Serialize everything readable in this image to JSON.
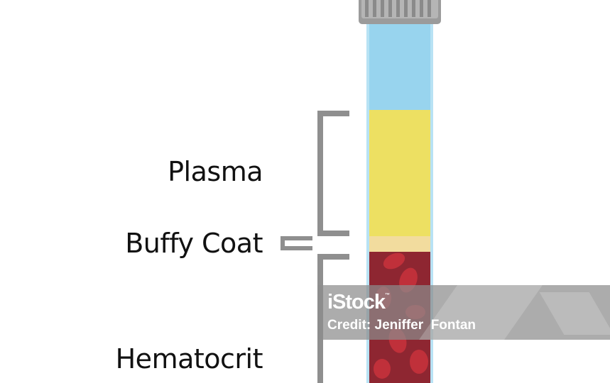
{
  "labels": {
    "plasma": "Plasma",
    "buffy_coat": "Buffy Coat",
    "hematocrit": "Hematocrit"
  },
  "watermark": {
    "brand": "iStock",
    "trademark": "™",
    "credit": "Credit: Jeniffer  Fontan"
  },
  "colors": {
    "plasma": "#ede062",
    "buffy_coat": "#f2dc9e",
    "red_cells": "#8e2631",
    "empty_tube": "#98d4ee",
    "cap": "#9b9b9b",
    "bracket": "#8f8f8f"
  }
}
